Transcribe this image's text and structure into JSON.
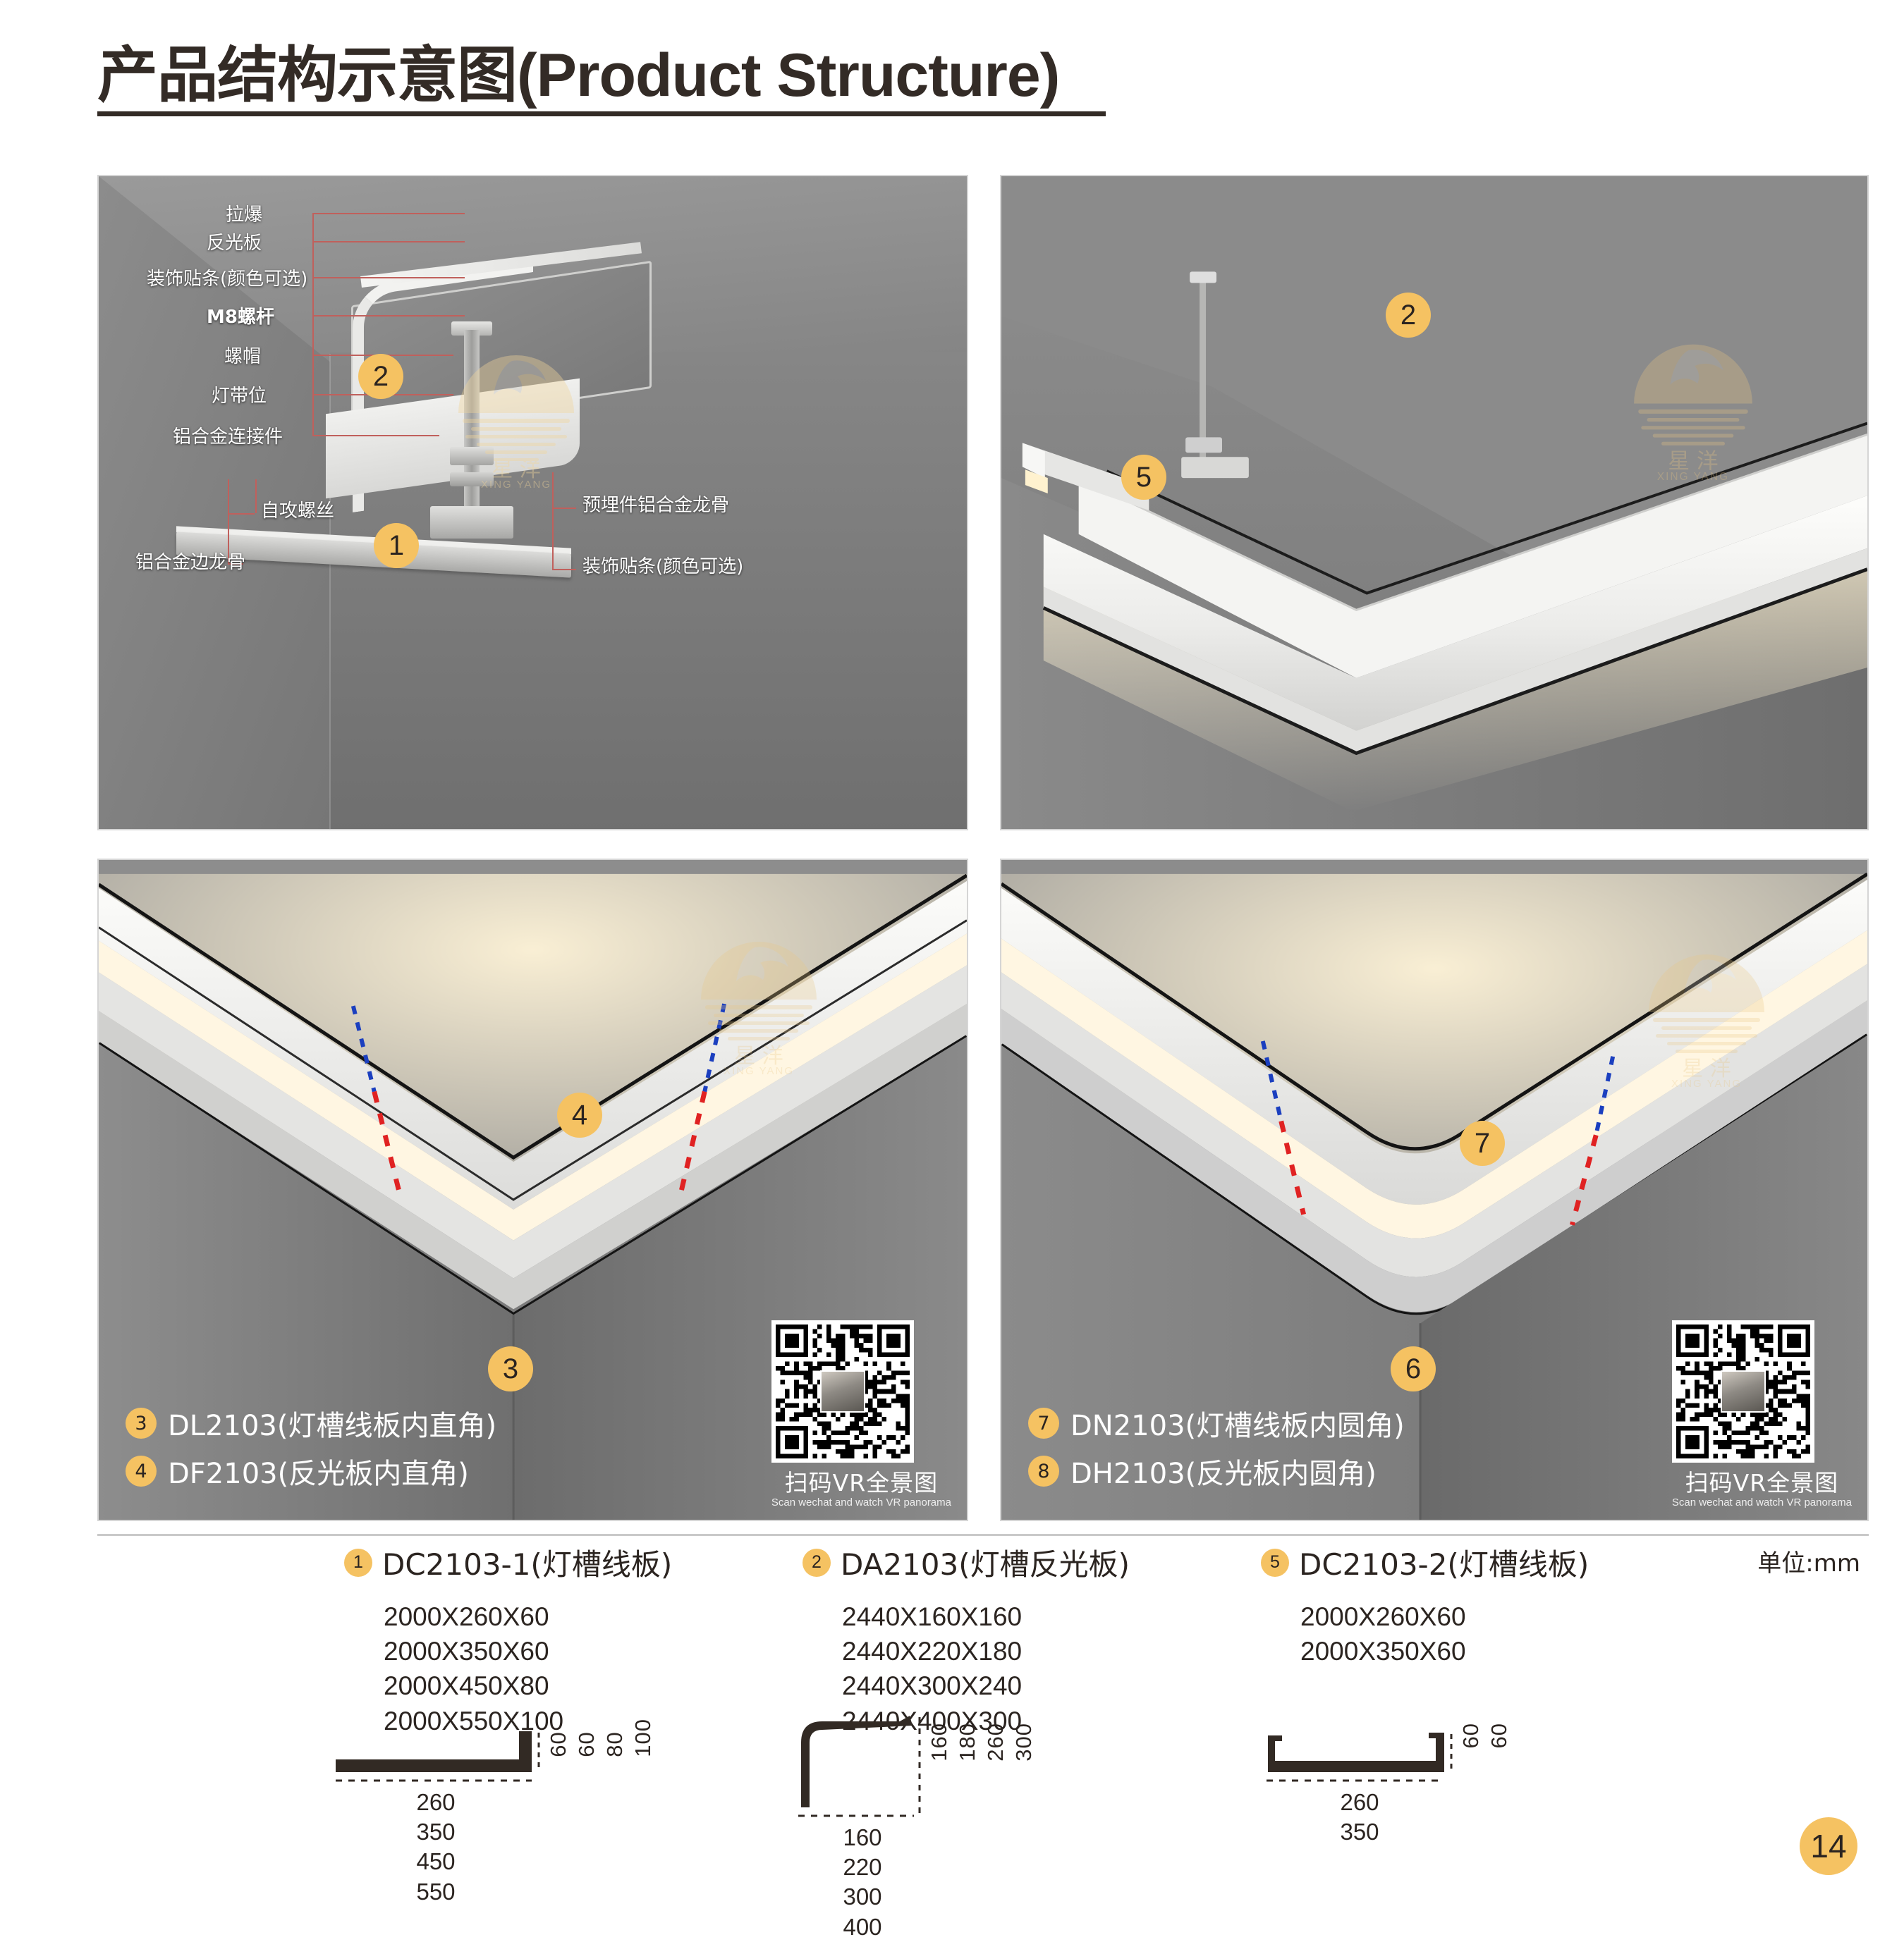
{
  "page": {
    "title": "产品结构示意图(Product Structure)",
    "page_number": "14",
    "unit_label": "单位:mm",
    "accent_color": "#f5c262",
    "brand_name_cn": "星 洋",
    "brand_name_en": "XING YANG"
  },
  "panels": {
    "structure": {
      "name": "产品结构示意图",
      "badges": [
        {
          "num": "1"
        },
        {
          "num": "2"
        }
      ],
      "annotations_left": [
        {
          "label": "拉爆",
          "bold": false
        },
        {
          "label": "反光板",
          "bold": false
        },
        {
          "label": "装饰贴条(颜色可选)",
          "bold": false
        },
        {
          "label": "M8螺杆",
          "bold": true
        },
        {
          "label": "螺帽",
          "bold": false
        },
        {
          "label": "灯带位",
          "bold": false
        },
        {
          "label": "铝合金连接件",
          "bold": false
        }
      ],
      "annotations_bottom_left": [
        {
          "label": "自攻螺丝"
        },
        {
          "label": "铝合金边龙骨"
        }
      ],
      "annotations_bottom_right": [
        {
          "label": "预埋件铝合金龙骨"
        },
        {
          "label": "装饰贴条(颜色可选)"
        }
      ]
    },
    "corner_install": {
      "badges": [
        {
          "num": "2"
        },
        {
          "num": "5"
        }
      ]
    },
    "inner_right_angle": {
      "badges": [
        {
          "num": "3"
        },
        {
          "num": "4"
        }
      ],
      "captions": [
        {
          "num": "3",
          "text": "DL2103(灯槽线板内直角)"
        },
        {
          "num": "4",
          "text": "DF2103(反光板内直角)"
        }
      ],
      "qr": {
        "cn": "扫码VR全景图",
        "en": "Scan wechat and watch VR panorama"
      }
    },
    "inner_round_angle": {
      "badges": [
        {
          "num": "6"
        },
        {
          "num": "7"
        }
      ],
      "captions": [
        {
          "num": "7",
          "text": "DN2103(灯槽线板内圆角)"
        },
        {
          "num": "8",
          "text": "DH2103(反光板内圆角)"
        }
      ],
      "qr": {
        "cn": "扫码VR全景图",
        "en": "Scan wechat and watch VR panorama"
      }
    }
  },
  "specs": [
    {
      "num": "1",
      "title": "DC2103-1(灯槽线板)",
      "sizes": [
        "2000X260X60",
        "2000X350X60",
        "2000X450X80",
        "2000X550X100"
      ],
      "profile_type": "L-flat",
      "widths": [
        "260",
        "350",
        "450",
        "550"
      ],
      "heights": [
        "60",
        "60",
        "80",
        "100"
      ]
    },
    {
      "num": "2",
      "title": "DA2103(灯槽反光板)",
      "sizes": [
        "2440X160X160",
        "2440X220X180",
        "2440X300X240",
        "2440X400X300"
      ],
      "profile_type": "curved-corner",
      "widths": [
        "160",
        "220",
        "300",
        "400"
      ],
      "heights": [
        "160",
        "180",
        "260",
        "300"
      ]
    },
    {
      "num": "5",
      "title": "DC2103-2(灯槽线板)",
      "sizes": [
        "2000X260X60",
        "2000X350X60"
      ],
      "profile_type": "U-channel",
      "widths": [
        "260",
        "350"
      ],
      "heights": [
        "60",
        "60"
      ]
    }
  ]
}
